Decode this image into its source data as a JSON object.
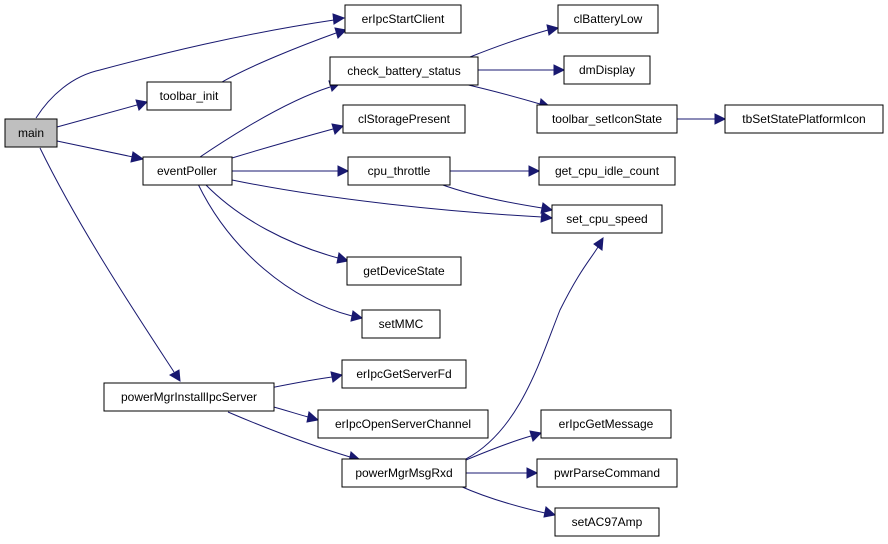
{
  "graph": {
    "edge_color": "#191970",
    "root_fill": "#bfbfbf",
    "nodes": {
      "main": "main",
      "erIpcStartClient": "erIpcStartClient",
      "toolbar_init": "toolbar_init",
      "check_battery_status": "check_battery_status",
      "clBatteryLow": "clBatteryLow",
      "dmDisplay": "dmDisplay",
      "toolbar_setIconState": "toolbar_setIconState",
      "tbSetStatePlatformIcon": "tbSetStatePlatformIcon",
      "clStoragePresent": "clStoragePresent",
      "eventPoller": "eventPoller",
      "cpu_throttle": "cpu_throttle",
      "get_cpu_idle_count": "get_cpu_idle_count",
      "set_cpu_speed": "set_cpu_speed",
      "getDeviceState": "getDeviceState",
      "setMMC": "setMMC",
      "powerMgrInstallIpcServer": "powerMgrInstallIpcServer",
      "erIpcGetServerFd": "erIpcGetServerFd",
      "erIpcOpenServerChannel": "erIpcOpenServerChannel",
      "powerMgrMsgRxd": "powerMgrMsgRxd",
      "erIpcGetMessage": "erIpcGetMessage",
      "pwrParseCommand": "pwrParseCommand",
      "setAC97Amp": "setAC97Amp"
    }
  }
}
